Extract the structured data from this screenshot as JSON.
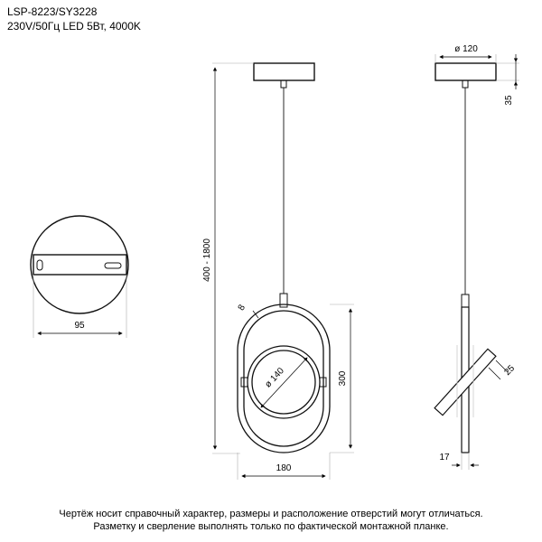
{
  "header": {
    "model": "LSP-8223/SY3228",
    "specs": "230V/50Гц  LED 5Вт, 4000K"
  },
  "dimensions": {
    "base_width": "95",
    "canopy_diameter": "ø 120",
    "canopy_height": "35",
    "suspension_length": "400 - 1800",
    "ring_thickness": "8",
    "inner_ring_diameter": "ø 140",
    "body_height": "300",
    "body_width": "180",
    "side_depth": "17",
    "side_ring_width": "25"
  },
  "footer": {
    "line1": "Чертёж носит справочный характер, размеры и расположение отверстий могут отличаться.",
    "line2": "Разметку и сверление выполнять только по фактической монтажной планке."
  }
}
